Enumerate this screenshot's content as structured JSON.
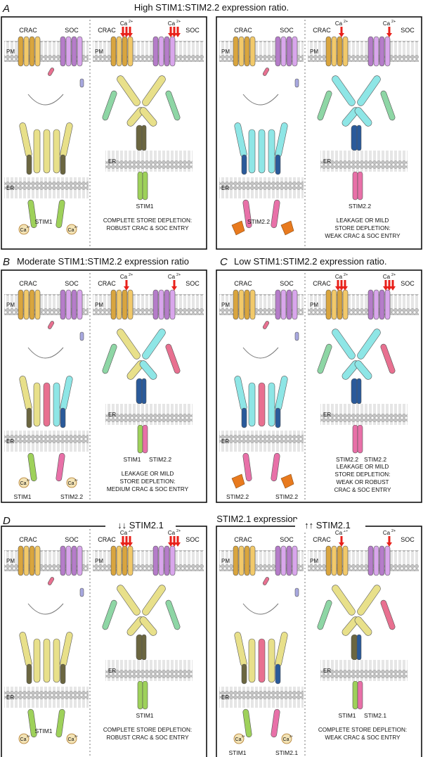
{
  "colors": {
    "crac": "#f2c96a",
    "crac_dark": "#d9a53e",
    "soc": "#d9a6ec",
    "soc_dark": "#b57cc9",
    "lipid_head": "#bfbfbf",
    "calcium_arrow": "#e8201a",
    "stim1_lumen": "#9ed15a",
    "stim1_cyto": "#e8e08a",
    "stim1_stem": "#6b6640",
    "stim22_lumen": "#e870a8",
    "stim22_cyto": "#8ee6e6",
    "stim22_stem": "#2a5a9a",
    "ef_hand": "#e87a1e",
    "green_cyl": "#8ed6a5",
    "pink_cyl": "#e87090",
    "lavender_cyl": "#a8a8e0"
  },
  "icons": [
    "calcium-arrow-icon",
    "membrane-icon",
    "channel-icon",
    "stim-dimer-icon"
  ],
  "panels": [
    {
      "letter": "A",
      "title": "High STIM1:STIM2.2 expression ratio.",
      "left": {
        "crac": "CRAC",
        "soc": "SOC",
        "pm": "PM",
        "er": "ER",
        "crac2": "CRAC",
        "soc2": "SOC",
        "pm2": "PM",
        "er2": "ER",
        "ca": "Ca",
        "ca_sup": "2+",
        "stim_left": "STIM1",
        "stim_right": "",
        "stim_active": "STIM1",
        "ca_left": "Ca",
        "ca_right": "Ca",
        "sup": "2+",
        "caption": [
          "COMPLETE STORE DEPLETION:",
          "ROBUST CRAC & SOC ENTRY"
        ]
      },
      "right": {
        "crac": "CRAC",
        "soc": "SOC",
        "pm": "PM",
        "er": "ER",
        "crac2": "CRAC",
        "soc2": "SOC",
        "pm2": "PM",
        "er2": "ER",
        "ca": "Ca",
        "ca_sup": "2+",
        "stim_left": "STIM2.2",
        "stim_right": "",
        "stim_active": "STIM2.2",
        "ca_left": "",
        "ca_right": "",
        "sup": "",
        "caption": [
          "LEAKAGE OR MILD",
          "STORE DEPLETION:",
          "WEAK CRAC & SOC ENTRY"
        ]
      }
    },
    {
      "letter": "B",
      "title": "Moderate STIM1:STIM2.2 expression ratio",
      "panel": {
        "crac": "CRAC",
        "soc": "SOC",
        "pm": "PM",
        "er": "ER",
        "crac2": "CRAC",
        "soc2": "SOC",
        "pm2": "PM",
        "er2": "ER",
        "ca": "Ca",
        "ca_sup": "2+",
        "stim_left": "STIM1",
        "stim_right": "STIM2.2",
        "active_left": "STIM1",
        "active_right": "STIM2.2",
        "ca_left": "Ca",
        "ca_right": "Ca",
        "sup": "2+",
        "caption": [
          "LEAKAGE OR MILD",
          "STORE DEPLETION:",
          "MEDIUM CRAC & SOC ENTRY"
        ]
      }
    },
    {
      "letter": "C",
      "title": "Low STIM1:STIM2.2 expression ratio.",
      "panel": {
        "crac": "CRAC",
        "soc": "SOC",
        "pm": "PM",
        "er": "ER",
        "crac2": "CRAC",
        "soc2": "SOC",
        "pm2": "PM",
        "er2": "ER",
        "ca": "Ca",
        "ca_sup": "2+",
        "stim_left": "STIM2.2",
        "stim_right": "STIM2.2",
        "active_left": "STIM2.2",
        "active_right": "STIM2.2",
        "ca_left": "",
        "ca_right": "",
        "sup": "",
        "caption": [
          "LEAKAGE OR MILD",
          "STORE DEPLETION:",
          "WEAK OR ROBUST",
          "CRAC & SOC ENTRY"
        ]
      }
    },
    {
      "letter": "D",
      "title": "STIM2.1 expression",
      "left_tag": "↓↓ STIM2.1",
      "right_tag": "↑↑ STIM2.1",
      "left": {
        "crac": "CRAC",
        "soc": "SOC",
        "pm": "PM",
        "er": "ER",
        "crac2": "CRAC",
        "soc2": "SOC",
        "pm2": "PM",
        "er2": "ER",
        "ca": "Ca",
        "ca_sup": "2+",
        "stim_left": "STIM1",
        "stim_right": "",
        "stim_active": "STIM1",
        "ca_left": "Ca",
        "ca_right": "Ca",
        "sup": "2+",
        "caption": [
          "COMPLETE STORE DEPLETION:",
          "ROBUST CRAC & SOC ENTRY"
        ]
      },
      "right": {
        "crac": "CRAC",
        "soc": "SOC",
        "pm": "PM",
        "er": "ER",
        "crac2": "CRAC",
        "soc2": "SOC",
        "pm2": "PM",
        "er2": "ER",
        "ca": "Ca",
        "ca_sup": "2+",
        "stim_left": "STIM1",
        "stim_right": "STIM2.1",
        "active_left": "STIM1",
        "active_right": "STIM2.1",
        "ca_left": "Ca",
        "ca_right": "Ca",
        "sup": "2+",
        "caption": [
          "COMPLETE STORE DEPLETION:",
          "WEAK CRAC & SOC ENTRY"
        ]
      }
    }
  ]
}
